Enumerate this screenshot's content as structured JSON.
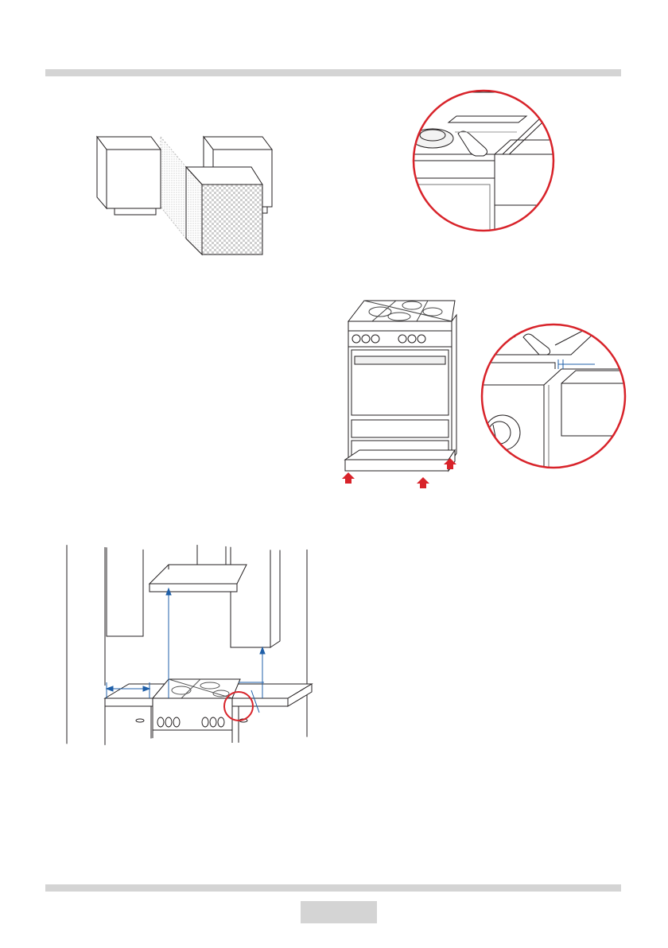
{
  "page": {
    "page_number": ""
  },
  "colors": {
    "rule": "#d4d4d4",
    "line": "#231f20",
    "detail_circle": "#d8232a",
    "arrow": "#d8232a",
    "dimension": "#1f5fa8"
  },
  "figures": [
    {
      "id": "cabinet-layout",
      "description_icon": "cabinet-diagram-icon"
    },
    {
      "id": "hob-edge-detail",
      "description_icon": "magnifier-circle-icon"
    },
    {
      "id": "cooker-on-plinth",
      "description_icon": "cooker-icon"
    },
    {
      "id": "cooker-gap-detail",
      "description_icon": "magnifier-circle-icon"
    },
    {
      "id": "kitchen-installation",
      "description_icon": "kitchen-diagram-icon"
    }
  ]
}
